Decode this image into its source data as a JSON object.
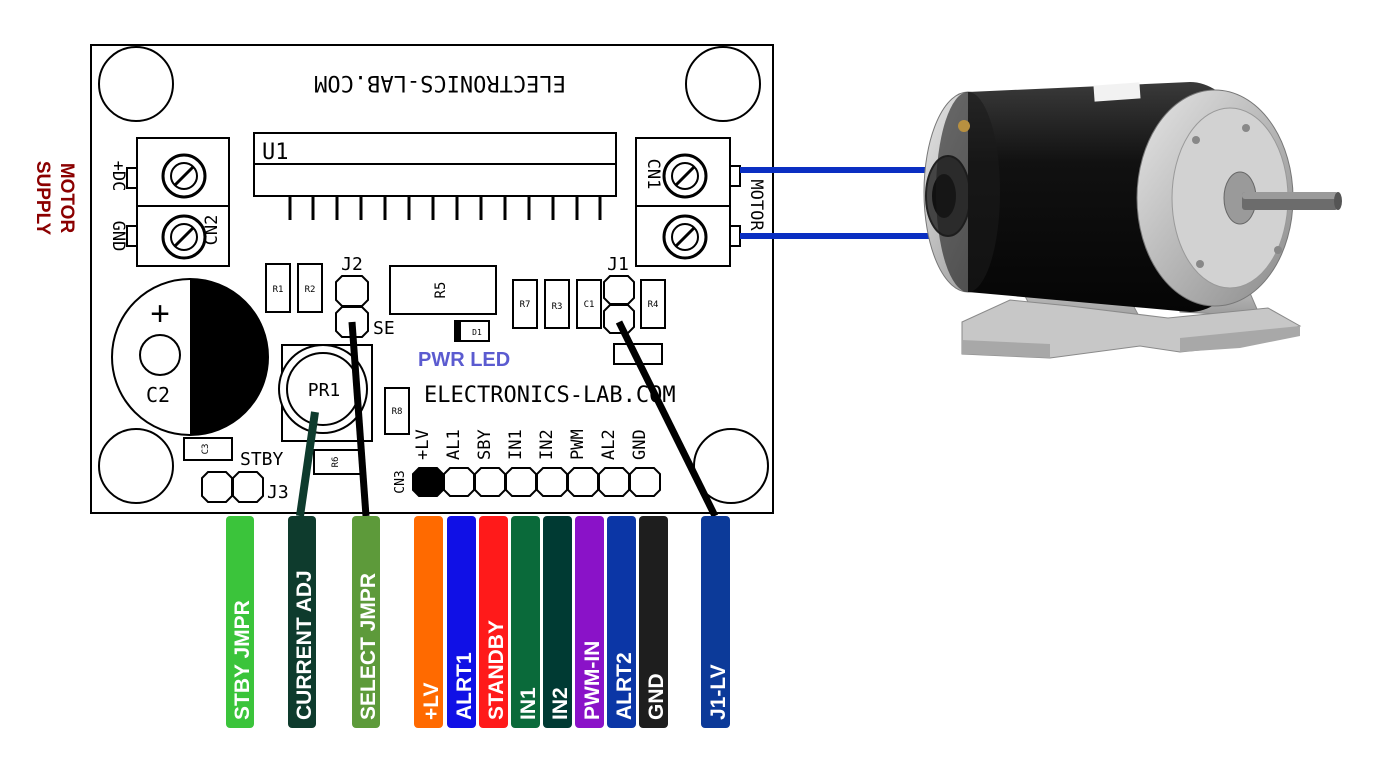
{
  "board": {
    "brand_top": "ELECTRONICS-LAB.COM",
    "brand_mid": "ELECTRONICS-LAB.COM",
    "u1": "U1",
    "cn1": "CN1",
    "cn2": "CN2",
    "cn3": "CN3",
    "motor_terminal": "MOTOR",
    "dc_plus": "+DC",
    "gnd": "GND",
    "j1": "J1",
    "j2": "J2",
    "j3": "J3",
    "se": "SE",
    "stby": "STBY",
    "c1": "C1",
    "c2": "C2",
    "c3": "C3",
    "d1": "D1",
    "pr1": "PR1",
    "r1": "R1",
    "r2": "R2",
    "r3": "R3",
    "r4": "R4",
    "r5": "R5",
    "r6": "R6",
    "r7": "R7",
    "r8": "R8",
    "cap_plus": "+",
    "pins": [
      "+LV",
      "AL1",
      "SBY",
      "IN1",
      "IN2",
      "PWM",
      "AL2",
      "GND"
    ]
  },
  "pwr_led_label": "PWR LED",
  "motor_supply_label": [
    "MOTOR",
    "SUPPLY"
  ],
  "signal_labels": [
    {
      "text": "STBY JMPR",
      "color": "#3bc43b"
    },
    {
      "text": "CURRENT ADJ",
      "color": "#0e3b2d"
    },
    {
      "text": "SELECT JMPR",
      "color": "#5d9a3a"
    },
    {
      "text": "+LV",
      "color": "#ff6a00"
    },
    {
      "text": "ALRT1",
      "color": "#1010e6"
    },
    {
      "text": "STANDBY",
      "color": "#ff1a1a"
    },
    {
      "text": "IN1",
      "color": "#0a6a3a"
    },
    {
      "text": "IN2",
      "color": "#003a33"
    },
    {
      "text": "PWM-IN",
      "color": "#8a12c8"
    },
    {
      "text": "ALRT2",
      "color": "#0b36a6"
    },
    {
      "text": "GND",
      "color": "#1e1e1e"
    },
    {
      "text": "J1-LV",
      "color": "#0c3a99"
    }
  ],
  "colors": {
    "motor_wire": "#0a2fc2",
    "pwr_led_text": "#5b5bd0",
    "motor_supply_text": "#8b0000"
  }
}
